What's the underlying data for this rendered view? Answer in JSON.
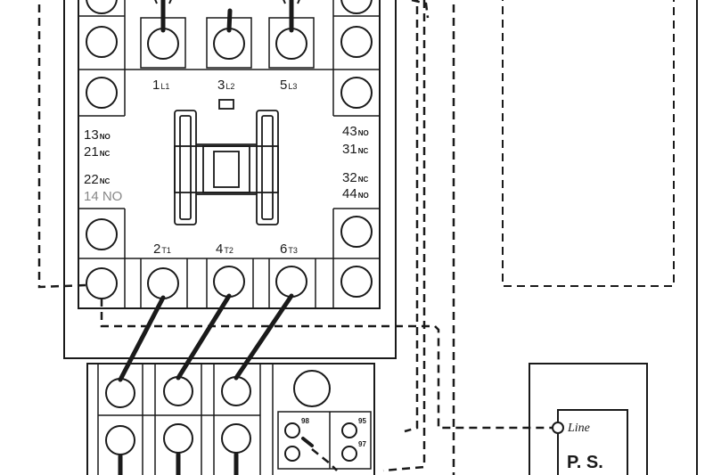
{
  "contactor": {
    "terminals_top": [
      {
        "num": "1",
        "sub": "L1"
      },
      {
        "num": "3",
        "sub": "L2"
      },
      {
        "num": "5",
        "sub": "L3"
      }
    ],
    "terminals_bottom": [
      {
        "num": "2",
        "sub": "T1"
      },
      {
        "num": "4",
        "sub": "T2"
      },
      {
        "num": "6",
        "sub": "T3"
      }
    ],
    "aux_left": [
      {
        "num": "13",
        "sub": "NO"
      },
      {
        "num": "21",
        "sub": "NC"
      },
      {
        "num": "22",
        "sub": "NC"
      }
    ],
    "aux_left_extra": "14 NO",
    "aux_right": [
      {
        "num": "43",
        "sub": "NO"
      },
      {
        "num": "31",
        "sub": "NC"
      },
      {
        "num": "32",
        "sub": "NC"
      },
      {
        "num": "44",
        "sub": "NO"
      }
    ]
  },
  "overload": {
    "aux_labels": [
      "98",
      "95",
      "97"
    ]
  },
  "power_supply": {
    "line_label": "Line",
    "name": "P. S."
  },
  "colors": {
    "ink": "#1a1a1a",
    "paper": "#ffffff"
  }
}
